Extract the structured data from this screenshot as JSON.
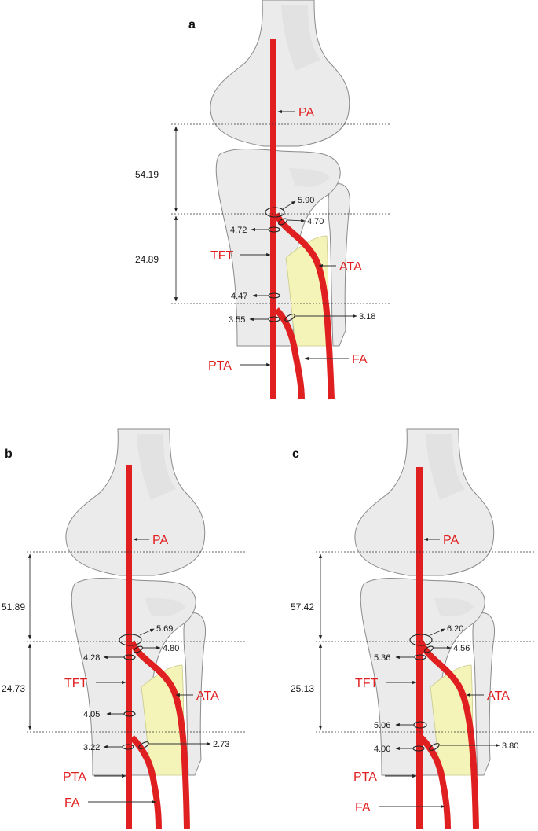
{
  "panels": [
    {
      "letter": "a",
      "labels": {
        "pa": "PA",
        "tft": "TFT",
        "ata": "ATA",
        "pta": "PTA",
        "fa": "FA"
      },
      "distances": {
        "upper": "54.19",
        "lower": "24.89"
      },
      "diameters": {
        "bifurcation": "5.90",
        "ata_origin": "4.70",
        "tft_upper": "4.72",
        "tft_lower": "4.47",
        "pta": "3.55",
        "fa": "3.18"
      }
    },
    {
      "letter": "b",
      "labels": {
        "pa": "PA",
        "tft": "TFT",
        "ata": "ATA",
        "pta": "PTA",
        "fa": "FA"
      },
      "distances": {
        "upper": "51.89",
        "lower": "24.73"
      },
      "diameters": {
        "bifurcation": "5.69",
        "ata_origin": "4.80",
        "tft_upper": "4.28",
        "tft_lower": "4.05",
        "pta": "3.22",
        "fa": "2.73"
      }
    },
    {
      "letter": "c",
      "labels": {
        "pa": "PA",
        "tft": "TFT",
        "ata": "ATA",
        "pta": "PTA",
        "fa": "FA"
      },
      "distances": {
        "upper": "57.42",
        "lower": "25.13"
      },
      "diameters": {
        "bifurcation": "6.20",
        "ata_origin": "4.56",
        "tft_upper": "5.36",
        "tft_lower": "5.06",
        "pta": "4.00",
        "fa": "3.80"
      }
    }
  ],
  "colors": {
    "artery": "#e02020",
    "bone": "#ebebeb",
    "fibula_marrow": "#f4f4b8"
  }
}
